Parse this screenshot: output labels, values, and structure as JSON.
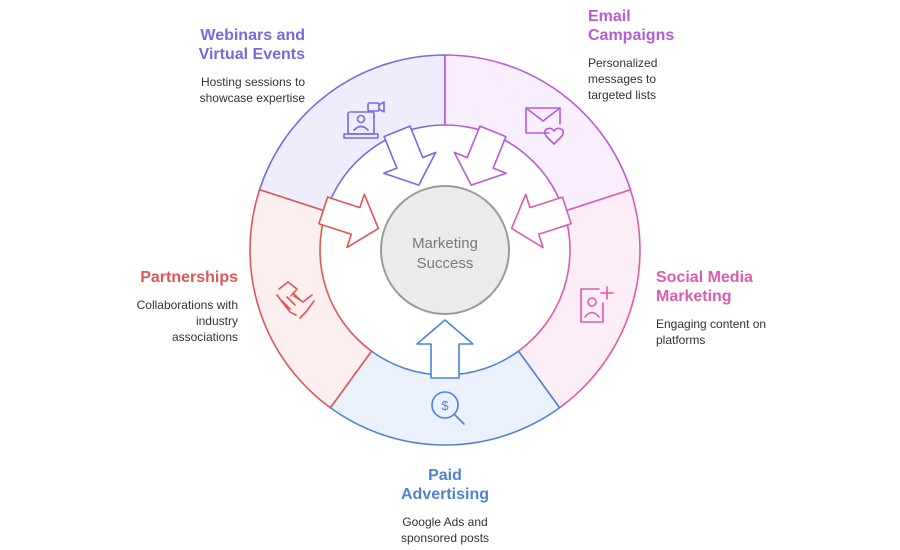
{
  "center": {
    "line1": "Marketing",
    "line2": "Success"
  },
  "segments": {
    "webinars": {
      "title_line1": "Webinars and",
      "title_line2": "Virtual Events",
      "desc_line1": "Hosting sessions to",
      "desc_line2": "showcase expertise",
      "icon": "video-conference-icon",
      "color": "#7B66E3",
      "fill": "#EFEDFC"
    },
    "email": {
      "title_line1": "Email",
      "title_line2": "Campaigns",
      "desc_line1": "Personalized",
      "desc_line2": "messages to",
      "desc_line3": "targeted lists",
      "icon": "envelope-heart-icon",
      "color": "#B55CD6",
      "fill": "#F9EEFD"
    },
    "social": {
      "title_line1": "Social Media",
      "title_line2": "Marketing",
      "desc_line1": "Engaging content on",
      "desc_line2": "platforms",
      "icon": "profile-plus-icon",
      "color": "#DB5CAE",
      "fill": "#FDEDF7"
    },
    "paid": {
      "title_line1": "Paid",
      "title_line2": "Advertising",
      "desc_line1": "Google Ads and",
      "desc_line2": "sponsored posts",
      "icon": "dollar-search-icon",
      "color": "#4E82D6",
      "fill": "#EAF1FC"
    },
    "partnerships": {
      "title_line1": "Partnerships",
      "desc_line1": "Collaborations with",
      "desc_line2": "industry",
      "desc_line3": "associations",
      "icon": "handshake-icon",
      "color": "#DF5656",
      "fill": "#FDEFEF"
    }
  }
}
